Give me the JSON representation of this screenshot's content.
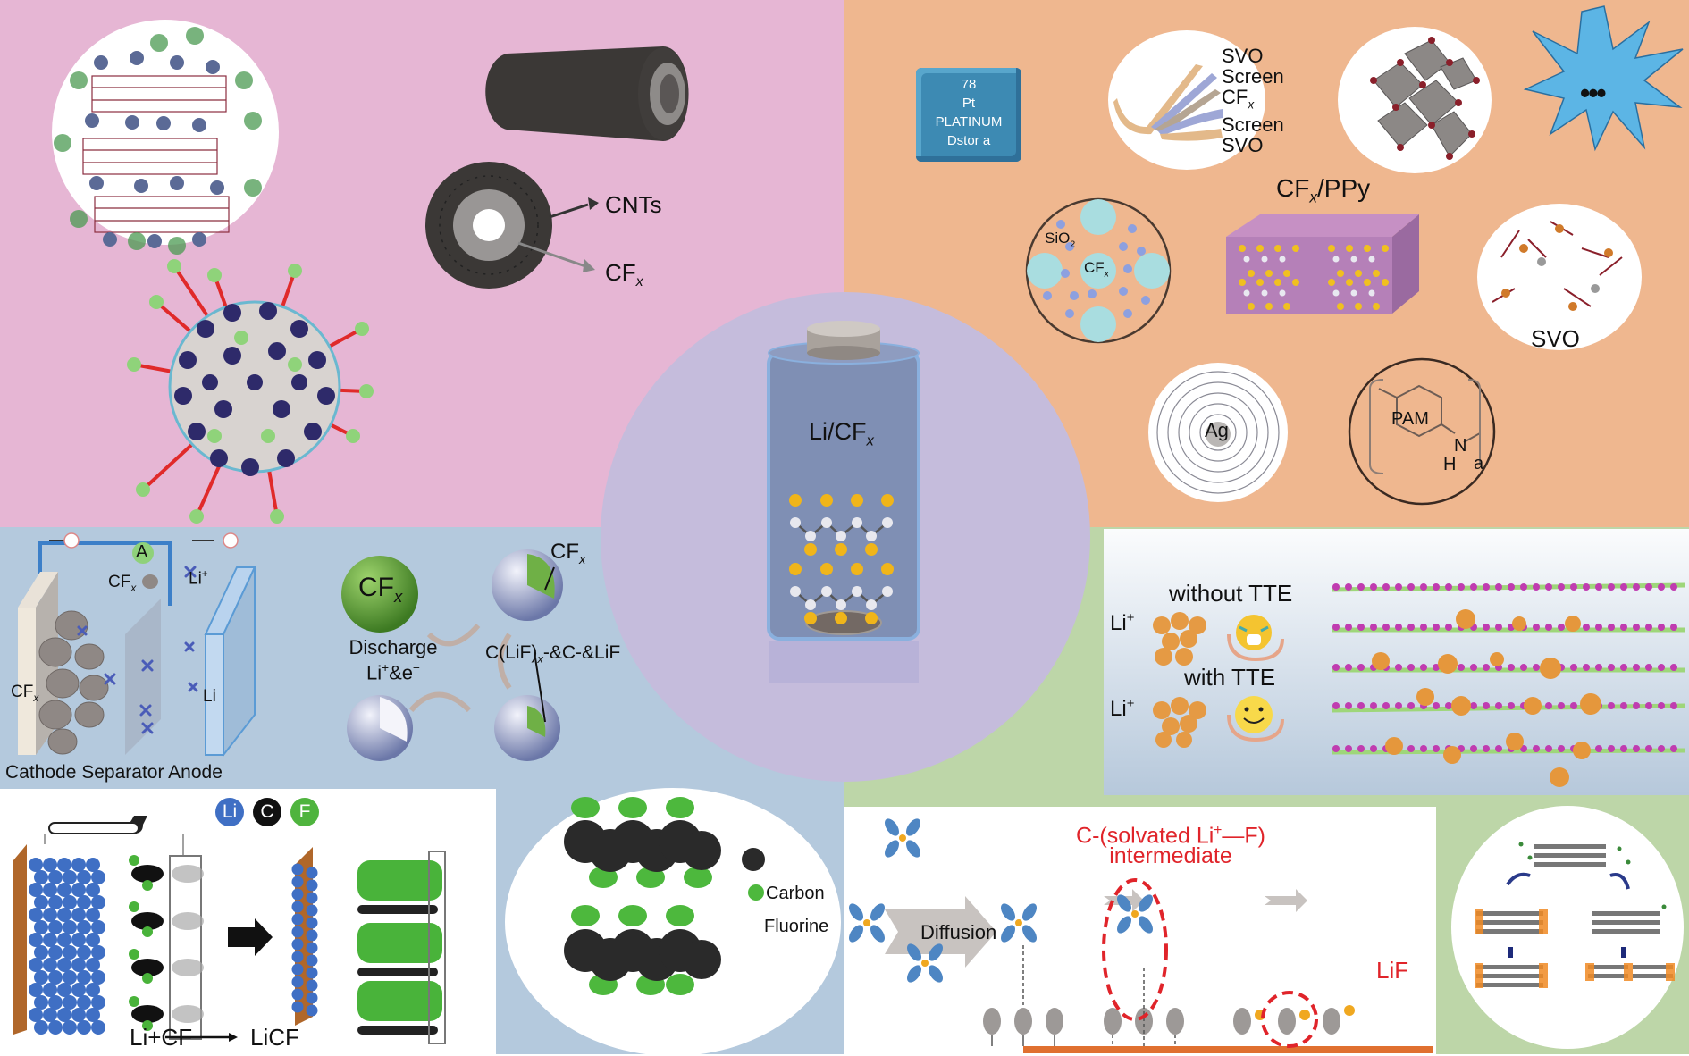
{
  "colors": {
    "pink": "#e6b6d4",
    "orange": "#efb78f",
    "blue": "#b4c9dd",
    "green": "#bdd6a8",
    "center": "#c5bcdc",
    "battery": "#7f8fb4",
    "red_label": "#e0242a",
    "platinum_box": "#3d8ab3"
  },
  "center": {
    "battery_label": "Li/CF",
    "battery_label_sub": "x"
  },
  "top_left": {
    "cnt_label": "CNTs",
    "cfx_label": "CF",
    "cfx_sub": "x"
  },
  "top_right": {
    "platinum_box": {
      "number": "78",
      "symbol": "Pt",
      "name": "PLATINUM",
      "caption": "Dstor a"
    },
    "layers": [
      {
        "label": "SVO",
        "sub": ""
      },
      {
        "label": "Screen",
        "sub": ""
      },
      {
        "label": "CF",
        "sub": "x"
      },
      {
        "label": "Screen",
        "sub": ""
      },
      {
        "label": "SVO",
        "sub": ""
      }
    ],
    "starburst_text": "•••",
    "ppy_title": "CF",
    "ppy_title_sub": "x",
    "ppy_title_rest": "/PPy",
    "sio2_label": "SiO",
    "sio2_sub": "2",
    "sio2_cfx": "CF",
    "sio2_cfx_sub": "x",
    "svo_label": "SVO",
    "ag_label": "Ag",
    "pam_label": "PAM",
    "pam_n": "N",
    "pam_h": "H",
    "pam_a": "a"
  },
  "mid_left": {
    "ammeter": "A",
    "cfx_top": "CF",
    "cfx_top_sub": "x",
    "li_ion": "Li",
    "li_ion_sup": "+",
    "cfx_left": "CF",
    "cfx_left_sub": "x",
    "li_anode": "Li",
    "labels": [
      "Cathode",
      "Separator",
      "Anode"
    ],
    "sphere_cfx": "CF",
    "sphere_cfx_sub": "x",
    "sphere_cfx2": "CF",
    "sphere_cfx2_sub": "x",
    "discharge": "Discharge",
    "discharge_li": "Li",
    "discharge_li_sup": "+",
    "discharge_rest": "&e",
    "discharge_e_sup": "−",
    "product_pre": "C(LiF)",
    "product_sub": "x",
    "product_rest": "-&C-&LiF"
  },
  "mid_right": {
    "without": "without TTE",
    "with": "with TTE",
    "li1": "Li",
    "li2": "Li",
    "li_sup": "+"
  },
  "bottom_left": {
    "legend": [
      {
        "label": "Li",
        "color": "#3f6fc4"
      },
      {
        "label": "C",
        "color": "#111111"
      },
      {
        "label": "F",
        "color": "#4fb43e"
      }
    ],
    "reaction_left": "Li+CF",
    "reaction_right": "LiCF",
    "carbon": "Carbon",
    "fluorine": "Fluorine"
  },
  "bottom_right": {
    "intermediate_line1": "C-(solvated Li",
    "intermediate_sup": "+",
    "intermediate_line1_end": "—F)",
    "intermediate_line2": "intermediate",
    "diffusion": "Diffusion",
    "lif": "LiF"
  }
}
